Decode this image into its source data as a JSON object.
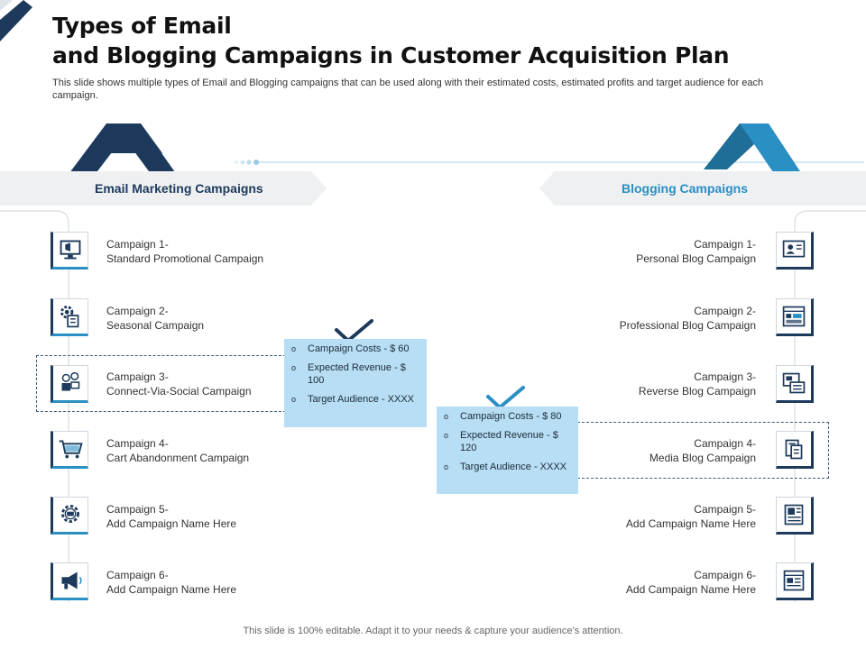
{
  "slide": {
    "title_line1": "Types of Email",
    "title_line2": "and Blogging Campaigns in Customer Acquisition Plan",
    "subtitle": "This slide shows multiple types of Email and Blogging campaigns that can be used along with their estimated costs, estimated profits and target audience for each campaign.",
    "footer": "This slide is 100% editable. Adapt it to your needs & capture your audience’s attention."
  },
  "email": {
    "heading": "Email Marketing Campaigns",
    "campaigns": [
      {
        "number": "Campaign 1-",
        "name": "Standard Promotional Campaign",
        "icon": "monitor-megaphone-icon"
      },
      {
        "number": "Campaign 2-",
        "name": "Seasonal Campaign",
        "icon": "gear-document-icon"
      },
      {
        "number": "Campaign 3-",
        "name": "Connect-Via-Social Campaign",
        "icon": "social-chat-icon"
      },
      {
        "number": "Campaign 4-",
        "name": "Cart Abandonment Campaign",
        "icon": "shopping-cart-icon"
      },
      {
        "number": "Campaign 5-",
        "name": "Add Campaign Name Here",
        "icon": "gear-mail-icon"
      },
      {
        "number": "Campaign 6-",
        "name": "Add Campaign Name Here",
        "icon": "megaphone-icon"
      }
    ],
    "details": {
      "bullet": "o",
      "cost": "Campaign Costs - $ 60",
      "revenue": "Expected Revenue - $ 100",
      "audience": "Target Audience - XXXX"
    }
  },
  "blog": {
    "heading": "Blogging Campaigns",
    "campaigns": [
      {
        "number": "Campaign 1-",
        "name": "Personal Blog Campaign",
        "icon": "profile-card-icon"
      },
      {
        "number": "Campaign 2-",
        "name": "Professional Blog Campaign",
        "icon": "web-layout-icon"
      },
      {
        "number": "Campaign 3-",
        "name": "Reverse Blog Campaign",
        "icon": "blog-page-icon"
      },
      {
        "number": "Campaign 4-",
        "name": "Media Blog Campaign",
        "icon": "documents-icon"
      },
      {
        "number": "Campaign 5-",
        "name": "Add Campaign Name Here",
        "icon": "newspaper-icon"
      },
      {
        "number": "Campaign 6-",
        "name": "Add Campaign Name Here",
        "icon": "web-article-icon"
      }
    ],
    "details": {
      "bullet": "o",
      "cost": "Campaign Costs - $ 80",
      "revenue": "Expected Revenue - $ 120",
      "audience": "Target Audience - XXXX"
    }
  },
  "colors": {
    "navy": "#1d3a5c",
    "blue": "#2a8fc3",
    "info_box": "#b7def4",
    "banner": "#eef0f2"
  }
}
